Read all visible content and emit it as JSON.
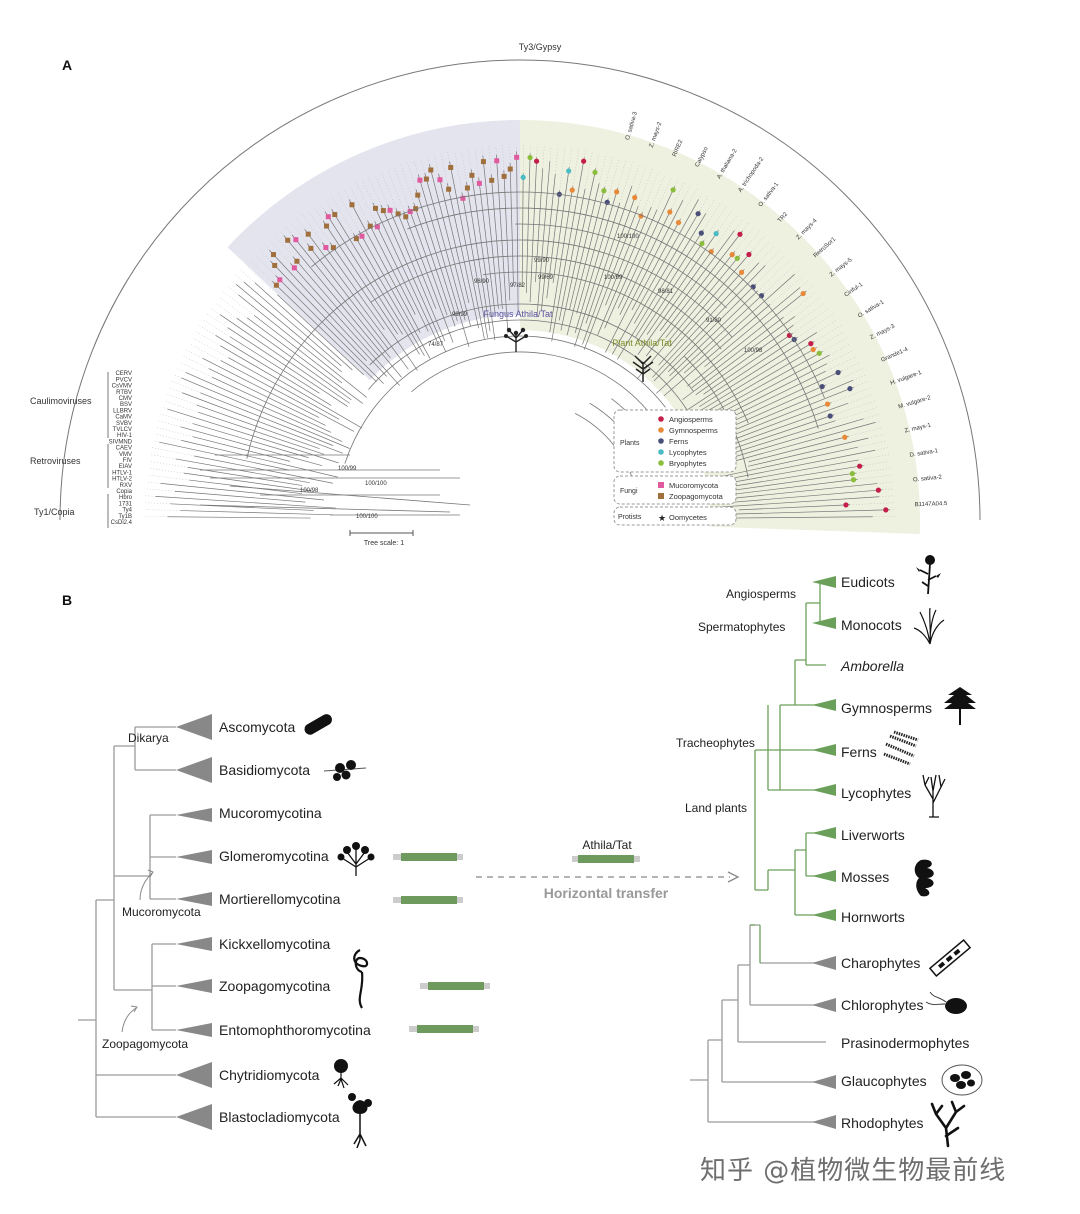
{
  "panelA": {
    "label": "A",
    "arc_title": "Ty3/Gypsy",
    "groups": {
      "caulimoviruses": "Caulimoviruses",
      "retroviruses": "Retroviruses",
      "ty1copia": "Ty1/Copia"
    },
    "clades": {
      "fungus": "Fungus Athila/Tat",
      "plant": "Plant Athila/Tat"
    },
    "bootstrap": [
      "74/87",
      "99/99",
      "98/90",
      "97/82",
      "99/69",
      "99/90",
      "100/99",
      "100/100",
      "98/81",
      "91/80",
      "100/98",
      "100/99",
      "100/98",
      "100/100",
      "100/100"
    ],
    "tree_scale": "Tree scale: 1",
    "left_leaves": [
      "CsDi2.4",
      "Ty1B",
      "Ty4",
      "1731",
      "Hbro",
      "Copia",
      "RXV",
      "HTLV-2",
      "HTLV-1",
      "EIAV",
      "FIV",
      "VMV",
      "CAEV",
      "SIVMND",
      "HIV-1",
      "TVLCV",
      "SVBV",
      "CaMV",
      "LLBRV",
      "BSV",
      "CMV",
      "RTBV",
      "CsVMV",
      "PVCV",
      "CERV"
    ],
    "right_leaves": [
      "B1147A04.5",
      "O. sativa-2",
      "D. sativa-1",
      "Z. mays-1",
      "M. vulgare-2",
      "H. vulgare-1",
      "Grande1-4",
      "Z. mays-3",
      "O. sativa-1",
      "Cinful-1",
      "Z. mays-5",
      "RetroSor1",
      "Z. mays-4",
      "TR2",
      "O. sativa-1",
      "A. trichopoda-2",
      "A. thaliana-2",
      "Calypso",
      "RIRE2",
      "Z. mays-2",
      "O. sativa-3"
    ],
    "legend": {
      "plants_label": "Plants",
      "plants": [
        {
          "name": "Angiosperms",
          "color": "#c41e4a"
        },
        {
          "name": "Gymnosperms",
          "color": "#e8893a"
        },
        {
          "name": "Ferns",
          "color": "#4a4f7a"
        },
        {
          "name": "Lycophytes",
          "color": "#4bbcc4"
        },
        {
          "name": "Bryophytes",
          "color": "#8bbd3c"
        }
      ],
      "fungi_label": "Fungi",
      "fungi": [
        {
          "name": "Mucoromycota",
          "color": "#e05a9e"
        },
        {
          "name": "Zoopagomycota",
          "color": "#a0703c"
        }
      ],
      "protists_label": "Protists",
      "protists": [
        {
          "name": "Oomycetes",
          "color": "#222222"
        }
      ]
    },
    "colors": {
      "fungus_bg": "#e4e4ef",
      "plant_bg": "#eef0e0",
      "branch": "#777777"
    }
  },
  "panelB": {
    "label": "B",
    "fungi_leaves": [
      "Ascomycota",
      "Basidiomycota",
      "Mucoromycotina",
      "Glomeromycotina",
      "Mortierellomycotina",
      "Kickxellomycotina",
      "Zoopagomycotina",
      "Entomophthoromycotina",
      "Chytridiomycota",
      "Blastocladiomycota"
    ],
    "fungi_nodes": {
      "dikarya": "Dikarya",
      "mucoromycota": "Mucoromycota",
      "zoopagomycota": "Zoopagomycota"
    },
    "plant_leaves": [
      "Eudicots",
      "Monocots",
      "Amborella",
      "Gymnosperms",
      "Ferns",
      "Lycophytes",
      "Liverworts",
      "Mosses",
      "Hornworts",
      "Charophytes",
      "Chlorophytes",
      "Prasinodermophytes",
      "Glaucophytes",
      "Rhodophytes"
    ],
    "plant_nodes": {
      "angiosperms": "Angiosperms",
      "spermatophytes": "Spermatophytes",
      "tracheophytes": "Tracheophytes",
      "land_plants": "Land plants"
    },
    "transfer_element": "Athila/Tat",
    "transfer_label": "Horizontal transfer",
    "colors": {
      "green_branch": "#6aa05a",
      "bar": "#6f9a5e",
      "grey": "#9a9a9a",
      "grey_dark": "#888888"
    }
  },
  "watermark": "知乎 @植物微生物最前线"
}
